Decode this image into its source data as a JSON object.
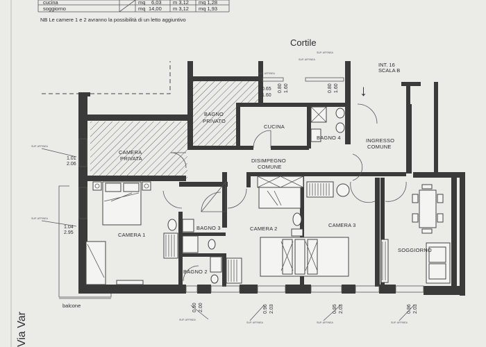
{
  "table": {
    "rows": [
      {
        "name": "cucina",
        "unit": "mq",
        "area": "6,03",
        "height": "m 3,12",
        "aux": "mq 1,28"
      },
      {
        "name": "soggiorno",
        "unit": "mq",
        "area": "14,00",
        "height": "m 3,12",
        "aux": "mq 1,93"
      }
    ],
    "note": "NB Le camere 1 e 2 avranno la possibilità di un letto aggiuntivo"
  },
  "labels": {
    "courtyard": "Cortile",
    "entrance_ref_1": "INT. 16",
    "entrance_ref_2": "SCALA B",
    "bagno_privato_1": "BAGNO",
    "bagno_privato_2": "PRIVATO",
    "cucina": "CUCINA",
    "bagno4": "BAGNO 4",
    "ingresso_1": "INGRESSO",
    "ingresso_2": "COMUNE",
    "camera_privata_1": "CAMERA",
    "camera_privata_2": "PRIVATA",
    "disimpegno_1": "DISIMPEGNO",
    "disimpegno_2": "COMUNE",
    "camera1": "CAMERA 1",
    "bagno3": "BAGNO 3",
    "camera2": "CAMERA 2",
    "camera3": "CAMERA 3",
    "soggiorno": "SOGGIORNO",
    "bagno2": "BAGNO 2",
    "balcone": "balcone",
    "street": "Via Var"
  },
  "dimensions": {
    "top_a1": "0.65",
    "top_a2": "1.60",
    "top_b1": "0.80",
    "top_b2": "1.60",
    "top_c1": "0.80",
    "top_c2": "1.60",
    "left_a1": "1.01",
    "left_a2": "2.06",
    "left_b1": "1.04",
    "left_b2": "2.95",
    "bottom_a1": "0.90",
    "bottom_a2": "2.00",
    "bottom_b1": "0.96",
    "bottom_b2": "2.03",
    "bottom_c1": "0.95",
    "bottom_c2": "2.03",
    "bottom_d1": "0.96",
    "bottom_d2": "2.03"
  },
  "glyphs": {
    "entrance_arrow": "↓"
  }
}
